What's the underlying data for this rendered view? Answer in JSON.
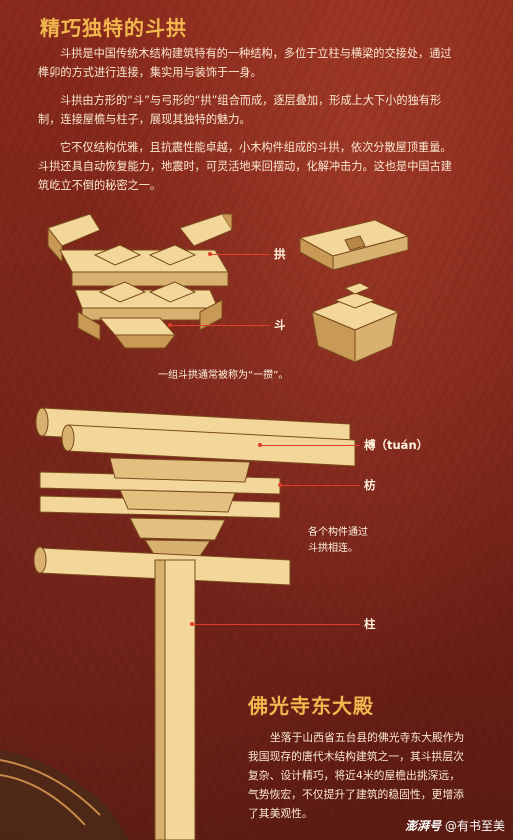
{
  "title": "精巧独特的斗拱",
  "paragraphs": [
    "斗拱是中国传统木结构建筑特有的一种结构，多位于立柱与横梁的交接处，通过榫卯的方式进行连接，集实用与装饰于一身。",
    "斗拱由方形的“斗”与弓形的“拱”组合而成，逐层叠加，形成上大下小的独有形制，连接屋檐与柱子，展现其独特的魅力。",
    "它不仅结构优雅，且抗震性能卓越，小木构件组成的斗拱，依次分散屋顶重量。斗拱还具自动恢复能力，地震时，可灵活地来回摆动，化解冲击力。这也是中国古建筑屹立不倒的秘密之一。"
  ],
  "diagram1": {
    "label_gong": "拱",
    "label_dou": "斗",
    "caption": "一组斗拱通常被称为“一攒”。"
  },
  "diagram2": {
    "label_chuan": "榑（tuán）",
    "label_fang": "枋",
    "label_zhu": "柱",
    "caption_line1": "各个构件通过",
    "caption_line2": "斗拱相连。"
  },
  "temple": {
    "title": "佛光寺东大殿",
    "text": "坐落于山西省五台县的佛光寺东大殿作为我国现存的唐代木结构建筑之一，其斗拱层次复杂、设计精巧，将近4米的屋檐出挑深远，气势恢宏，不仅提升了建筑的稳固性，更增添了其美观性。"
  },
  "watermark": {
    "logo": "澎湃号",
    "account": "@有书至美"
  },
  "colors": {
    "accent": "#f2b84f",
    "leader": "#e23c2b",
    "wood": "#f3d79a",
    "woodDark": "#c99a55"
  }
}
